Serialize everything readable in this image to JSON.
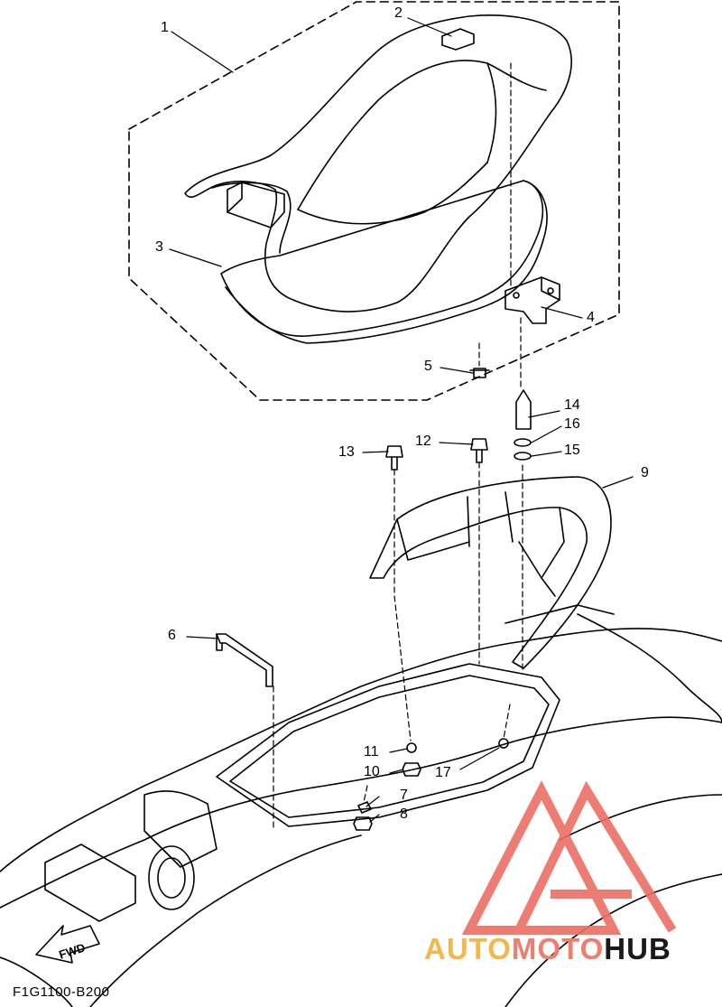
{
  "callouts": [
    "1",
    "2",
    "3",
    "4",
    "5",
    "6",
    "7",
    "8",
    "9",
    "10",
    "11",
    "12",
    "13",
    "14",
    "15",
    "16",
    "17"
  ],
  "fwd_label": "FWD",
  "figure_code": "F1G1100-B200",
  "watermark": {
    "part1": "AUTO",
    "part2": "MOTO",
    "part3": "HUB"
  },
  "colors": {
    "line": "#000000",
    "watermark_red": "#ec6f64",
    "watermark_orange": "#f2b84b",
    "watermark_dark": "#1a1a1a"
  }
}
